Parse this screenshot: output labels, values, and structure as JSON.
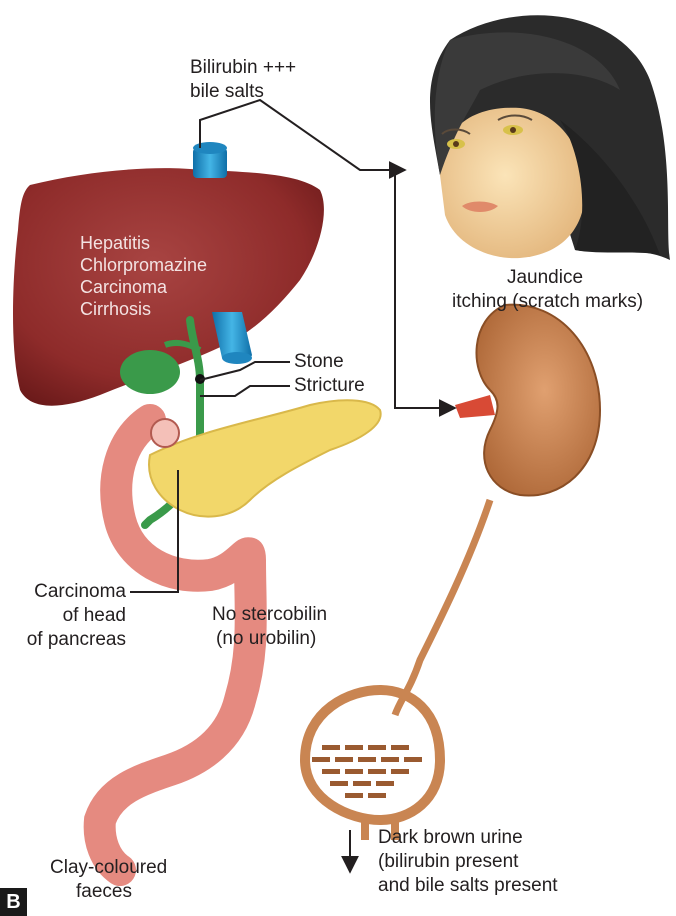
{
  "labels": {
    "bilirubin": "Bilirubin +++",
    "bile_salts": "bile salts",
    "liver_causes": [
      "Hepatitis",
      "Chlorpromazine",
      "Carcinoma",
      "Cirrhosis"
    ],
    "stone": "Stone",
    "stricture": "Stricture",
    "jaundice": "Jaundice",
    "itching": "itching (scratch marks)",
    "carcinoma_pancreas": [
      "Carcinoma",
      "of head",
      "of pancreas"
    ],
    "no_stercobilin": "No stercobilin",
    "no_urobilin": "(no urobilin)",
    "dark_urine": [
      "Dark brown urine",
      "(bilirubin present",
      "and bile salts present"
    ],
    "clay_faeces": [
      "Clay-coloured",
      "faeces"
    ]
  },
  "panel_letter": "B",
  "colors": {
    "liver": "#8e2b2a",
    "bile_duct": "#3a9a4a",
    "pancreas": "#f2d76a",
    "intestine": "#e58a80",
    "vessel": "#2a9ad3",
    "kidney": "#c98552",
    "urine": "#9a5a30",
    "hair": "#2b2b2b",
    "skin": "#f2d4a0"
  },
  "icons": {
    "arrow": "arrowhead-icon"
  }
}
